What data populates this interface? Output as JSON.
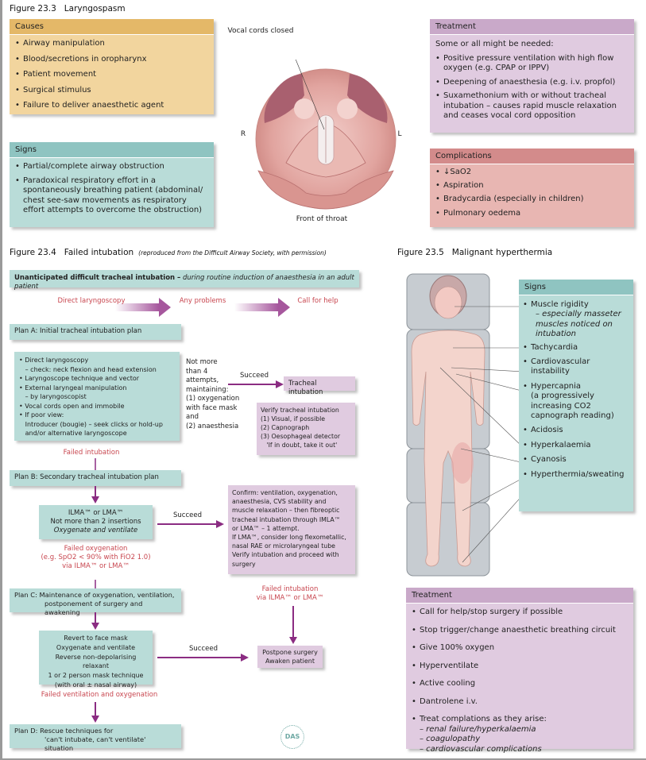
{
  "fig233": {
    "number": "Figure 23.3",
    "title": "Laryngospasm",
    "causes": {
      "heading": "Causes",
      "items": [
        "Airway manipulation",
        "Blood/secretions in oropharynx",
        "Patient movement",
        "Surgical stimulus",
        "Failure to deliver anaesthetic agent"
      ]
    },
    "signs": {
      "heading": "Signs",
      "items": [
        "Partial/complete airway obstruction",
        "Paradoxical respiratory effort in a spontaneously breathing patient (abdominal/ chest see-saw movements as respiratory effort attempts to overcome the obstruction)"
      ]
    },
    "illustration": {
      "label_cords": "Vocal cords closed",
      "label_r": "R",
      "label_l": "L",
      "caption": "Front of throat"
    },
    "treatment": {
      "heading": "Treatment",
      "intro": "Some or all might be needed:",
      "items": [
        "Positive pressure ventilation with high flow oxygen (e.g. CPAP or IPPV)",
        "Deepening of anaesthesia (e.g. i.v. propfol)",
        "Suxamethonium with or without tracheal intubation – causes rapid muscle relaxation and ceases vocal cord opposition"
      ]
    },
    "complications": {
      "heading": "Complications",
      "items": [
        "↓SaO2",
        "Aspiration",
        "Bradycardia (especially in children)",
        "Pulmonary oedema"
      ]
    }
  },
  "fig234": {
    "number": "Figure 23.4",
    "title": "Failed intubation",
    "note": "(reproduced from the Difficult Airway Society, with permission)",
    "header_bold": "Unanticipated difficult tracheal intubation –",
    "header_rest": " during routine induction of anaesthesia in an adult patient",
    "flow": [
      "Direct laryngoscopy",
      "Any problems",
      "Call for help"
    ],
    "planA": {
      "heading": "Plan A:   Initial tracheal intubation plan",
      "lines": [
        "• Direct laryngoscopy",
        "   – check: neck flexion and head extension",
        "• Laryngoscope technique and vector",
        "• External laryngeal manipulation",
        "   – by laryngoscopist",
        "• Vocal cords open and immobile",
        "• If poor view:",
        "   Introducer (bougie) – seek clicks or hold-up",
        "   and/or alternative laryngoscope"
      ],
      "attempts": [
        "Not more",
        "than 4",
        "attempts,",
        "maintaining:",
        "(1) oxygenation",
        "with face mask",
        "and",
        "(2) anaesthesia"
      ],
      "succeed": "Succeed",
      "tracheal": "Tracheal intubation",
      "verify": [
        "Verify tracheal intubation",
        "(1) Visual, if possible",
        "(2) Capnograph",
        "(3) Oesophageal detector",
        "   'If in doubt, take it out'"
      ],
      "failed": "Failed intubation"
    },
    "planB": {
      "heading": "Plan B:   Secondary tracheal intubation plan",
      "box": [
        "ILMA™ or LMA™",
        "Not more than 2 insertions",
        "Oxygenate and ventilate"
      ],
      "succeed": "Succeed",
      "confirm": [
        "Confirm: ventilation, oxygenation,",
        "anaesthesia, CVS stability and",
        "muscle relaxation – then fibreoptic",
        "tracheal intubation through IMLA™",
        "or LMA™ – 1 attempt.",
        "If LMA™, consider long flexometallic,",
        "nasal RAE or microlaryngeal tube",
        "Verify intubation and proceed with",
        "surgery"
      ],
      "failed_oxy": [
        "Failed oxygenation",
        "(e.g. SpO2 < 90% with FiO2 1.0)",
        "via ILMA™ or LMA™"
      ],
      "failed_int": [
        "Failed intubation",
        "via ILMA™ or LMA™"
      ]
    },
    "planC": {
      "heading_1": "Plan C:   Maintenance of oxygenation, ventilation,",
      "heading_2": "postponement of surgery and awakening",
      "box": [
        "Revert to face mask",
        "Oxygenate and ventilate",
        "Reverse non-depolarising relaxant",
        "1 or 2 person mask technique",
        "(with oral ± nasal airway)"
      ],
      "succeed": "Succeed",
      "postpone": [
        "Postpone surgery",
        "Awaken patient"
      ],
      "failed": "Failed ventilation and oxygenation"
    },
    "planD": {
      "heading_1": "Plan D:   Rescue techniques for",
      "heading_2": "'can't intubate, can't ventilate' situation"
    },
    "logo": "DAS"
  },
  "fig235": {
    "number": "Figure 23.5",
    "title": "Malignant hyperthermia",
    "signs": {
      "heading": "Signs",
      "items": [
        "Muscle rigidity",
        "Tachycardia",
        "Cardiovascular instability",
        "Hypercapnia",
        "Acidosis",
        "Hyperkalaemia",
        "Cyanosis",
        "Hyperthermia/sweating"
      ],
      "muscle_sub": "– especially masseter muscles noticed on intubation",
      "hypercapnia_sub": "(a progressively increasing CO2 capnograph reading)"
    },
    "treatment": {
      "heading": "Treatment",
      "items": [
        "Call for help/stop surgery if possible",
        "Stop trigger/change anaesthetic breathing circuit",
        "Give 100% oxygen",
        "Hyperventilate",
        "Active cooling",
        "Dantrolene i.v.",
        "Treat complations as they arise:"
      ],
      "sub": [
        "– renal failure/hyperkalaemia",
        "– coagulopathy",
        "– cardiovascular complications"
      ]
    }
  },
  "colors": {
    "arrow": "#8b2c82",
    "red_text": "#c8464f",
    "teal": "#b9dcd8",
    "purple": "#e0cbe0"
  }
}
